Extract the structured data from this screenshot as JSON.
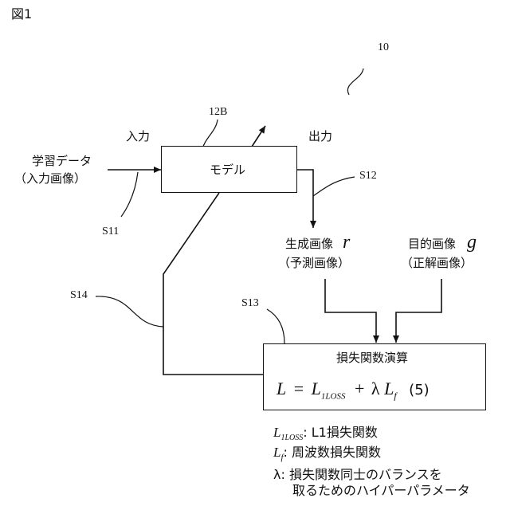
{
  "figure_label": "図1",
  "system_ref": "10",
  "model": {
    "ref": "12B",
    "label": "モデル"
  },
  "input": {
    "heading": "入力",
    "line1": "学習データ",
    "line2": "（入力画像）",
    "step": "S11"
  },
  "output": {
    "heading": "出力",
    "step": "S12"
  },
  "generated": {
    "line1": "生成画像",
    "symbol": "r",
    "line2": "（予測画像）"
  },
  "target": {
    "line1": "目的画像",
    "symbol": "g",
    "line2": "（正解画像）"
  },
  "loss": {
    "step": "S13",
    "title": "損失関数演算",
    "eq_lhs": "L",
    "eq_eq": "=",
    "eq_l1": "L",
    "eq_l1_sub": "1LOSS",
    "eq_plus": "+",
    "eq_lambda": "λ",
    "eq_lf": "L",
    "eq_lf_sub": "f",
    "eq_no": "(5)"
  },
  "feedback_step": "S14",
  "legend": {
    "l1_sym": "L",
    "l1_sub": "1LOSS",
    "l1_colon": ":",
    "l1_desc": "L1損失関数",
    "lf_sym": "L",
    "lf_sub": "f",
    "lf_colon": ":",
    "lf_desc": "周波数損失関数",
    "lambda_sym": "λ",
    "lambda_colon": ":",
    "lambda_desc_1": "損失関数同士のバランスを",
    "lambda_desc_2": "取るためのハイパーパラメータ"
  }
}
